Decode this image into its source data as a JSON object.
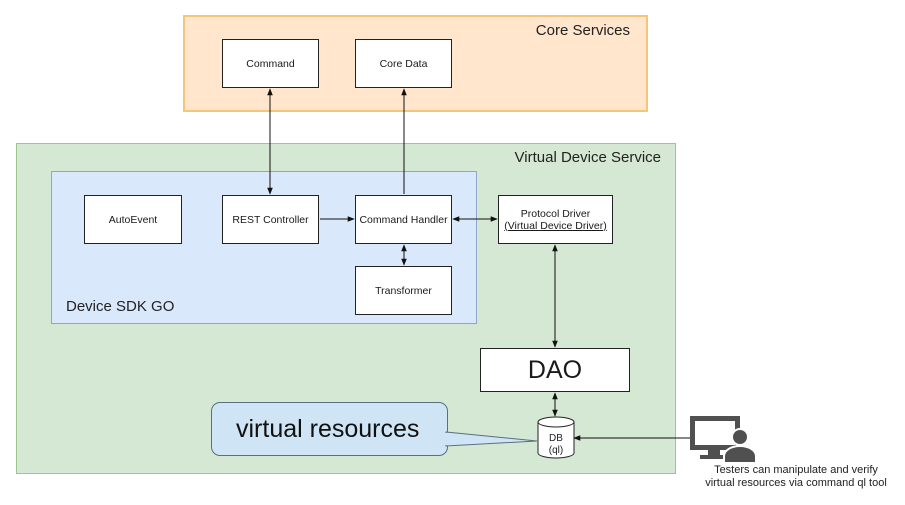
{
  "core_services": {
    "label": "Core Services",
    "components": {
      "command": "Command",
      "core_data": "Core Data"
    }
  },
  "virtual_device_service": {
    "label": "Virtual Device Service",
    "protocol_driver": {
      "title": "Protocol Driver",
      "subtitle": "(Virtual Device Driver)"
    },
    "dao": "DAO",
    "db": {
      "line1": "DB",
      "line2": "(ql)"
    },
    "callout": "virtual resources"
  },
  "device_sdk": {
    "label": "Device SDK GO",
    "components": {
      "auto_event": "AutoEvent",
      "rest_controller": "REST Controller",
      "command_handler": "Command Handler",
      "transformer": "Transformer"
    }
  },
  "tester": {
    "icon": "computer-user-icon",
    "caption_line1": "Testers can manipulate and verify",
    "caption_line2": "virtual resources via command ql tool"
  },
  "colors": {
    "core_fill": "#ffe6cc",
    "core_stroke": "#f5c679",
    "vds_fill": "#d5e8d4",
    "vds_stroke": "#9bc78f",
    "sdk_fill": "#dae8fc",
    "sdk_stroke": "#8ca7c9",
    "callout_fill": "#cfe4f4",
    "icon_color": "#505050"
  }
}
